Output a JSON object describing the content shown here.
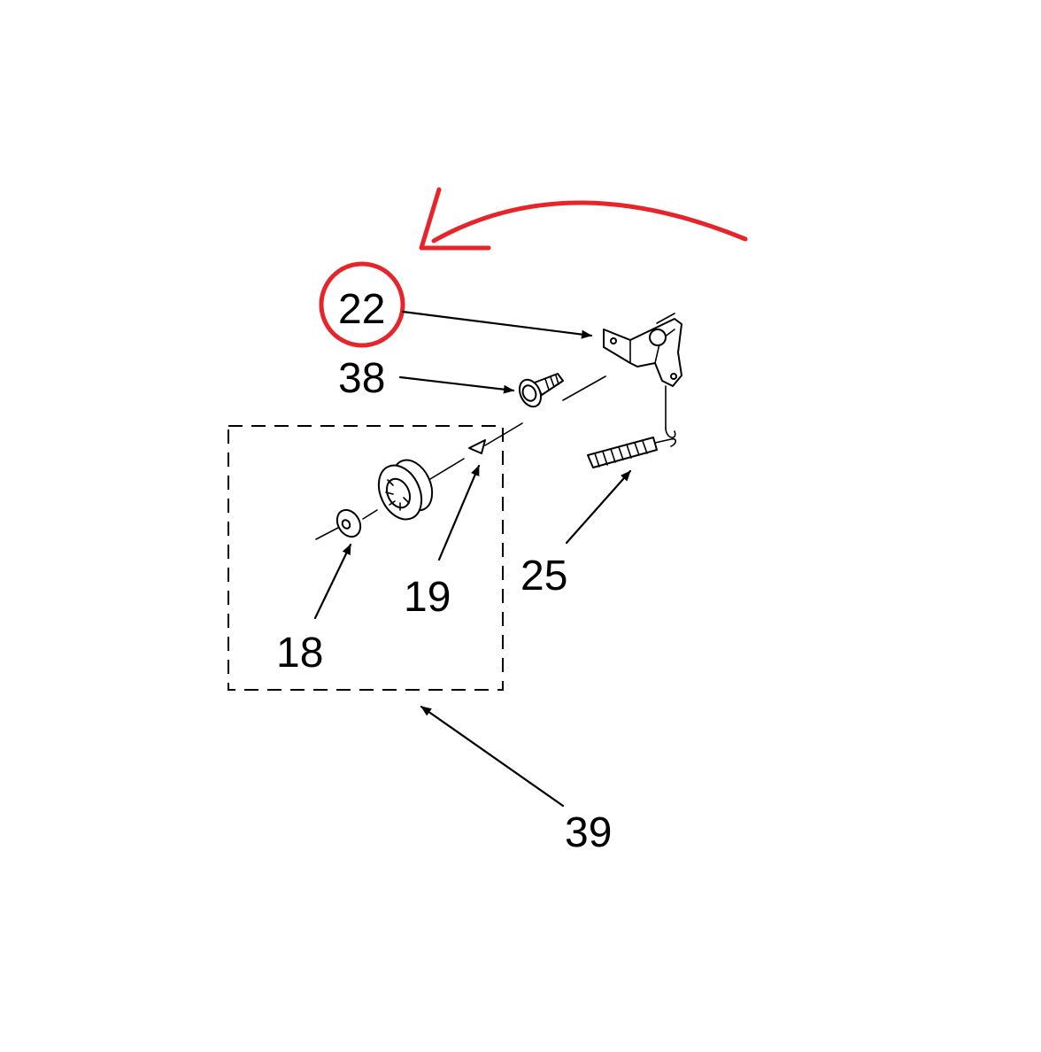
{
  "callouts": {
    "part_22": "22",
    "part_38": "38",
    "part_19": "19",
    "part_25": "25",
    "part_18": "18",
    "part_39": "39"
  },
  "highlight": {
    "target": "22",
    "color": "#e8242b"
  },
  "line_color": "#000000"
}
